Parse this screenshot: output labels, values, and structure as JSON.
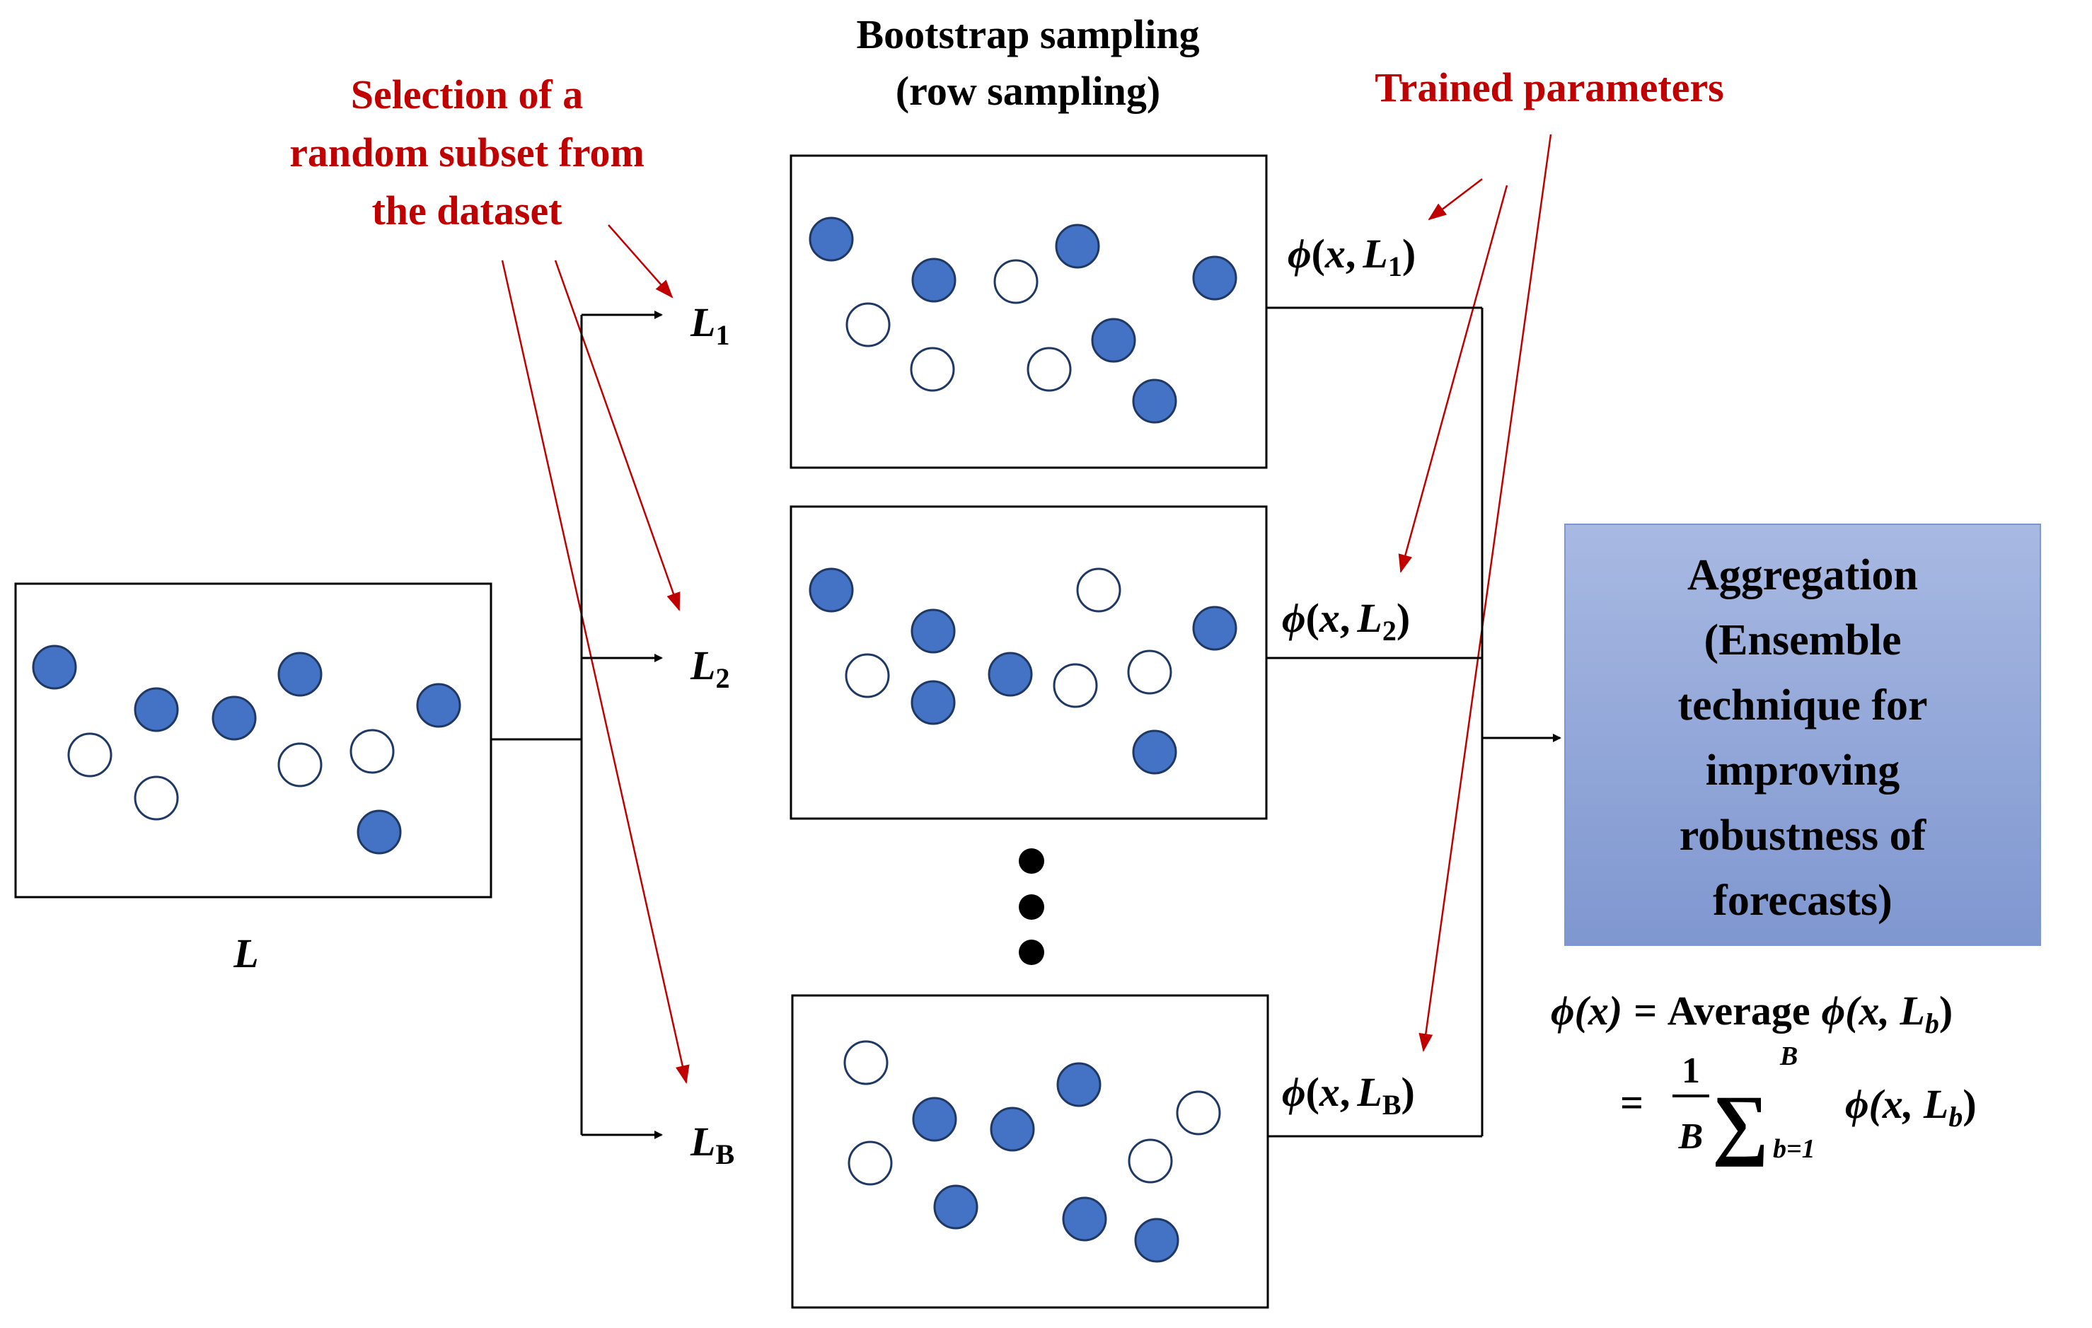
{
  "annotations": {
    "selection_line1": "Selection of a",
    "selection_line2": "random subset from",
    "selection_line3": "the dataset",
    "trained_parameters": "Trained parameters"
  },
  "header": {
    "bootstrap_line1": "Bootstrap sampling",
    "bootstrap_line2": "(row sampling)"
  },
  "dataset": {
    "label": "L"
  },
  "subsets": {
    "l1": {
      "base": "L",
      "sub": "1"
    },
    "l2": {
      "base": "L",
      "sub": "2"
    },
    "lb": {
      "base": "L",
      "sub": "B"
    }
  },
  "models": {
    "phi": "ϕ",
    "open": "(",
    "x": "x",
    "comma": ",",
    "close": ")",
    "m1_sub": "1",
    "m2_sub": "2",
    "mb_sub": "B"
  },
  "aggregation": {
    "lines": [
      "Aggregation",
      "(Ensemble",
      "technique for",
      "improving",
      "robustness of",
      "forecasts)"
    ],
    "box_color": "#8fa6d8"
  },
  "formula": {
    "eq1_left": "ϕ(x)",
    "eq1_mid": "= Average",
    "eq1_right": "ϕ(x, L",
    "eq1_sub": "b",
    "eq1_close": ")",
    "eq2_equals": "=",
    "frac_num": "1",
    "frac_den": "B",
    "sum_symbol": "∑",
    "sum_upper": "B",
    "sum_lower": "b=1",
    "eq2_term": "ϕ(x, L",
    "eq2_sub": "b",
    "eq2_close": ")"
  },
  "colors": {
    "filled_dot": "#4472c4",
    "dot_stroke": "#1f3864",
    "annotation_red": "#c00000"
  }
}
